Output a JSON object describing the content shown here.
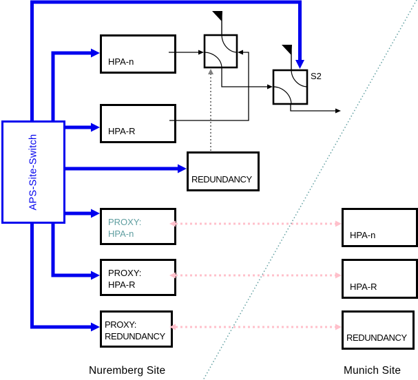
{
  "colors": {
    "primary_blue": "#0000EE",
    "proxy_teal": "#5F9EA0",
    "link_pink": "#FFC0CB",
    "dotted_gray": "#808080",
    "line_black": "#000000"
  },
  "aps_site_switch": {
    "label": "APS-Site-Switch"
  },
  "rf_switches": {
    "s2": {
      "label": "S2"
    }
  },
  "nuremberg": {
    "site_label": "Nuremberg Site",
    "hpa_n": {
      "label": "HPA-n"
    },
    "hpa_r": {
      "label": "HPA-R"
    },
    "redundancy": {
      "label": "REDUNDANCY"
    },
    "proxy_hpa_n": {
      "line1": "PROXY:",
      "line2": "HPA-n"
    },
    "proxy_hpa_r": {
      "line1": "PROXY:",
      "line2": "HPA-R"
    },
    "proxy_redundancy": {
      "line1": "PROXY:",
      "line2": "REDUNDANCY"
    }
  },
  "munich": {
    "site_label": "Munich Site",
    "hpa_n": {
      "label": "HPA-n"
    },
    "hpa_r": {
      "label": "HPA-R"
    },
    "redundancy": {
      "label": "REDUNDANCY"
    }
  },
  "icons": {
    "antenna": "antenna-icon",
    "rf_switch": "rf-switch-icon"
  }
}
